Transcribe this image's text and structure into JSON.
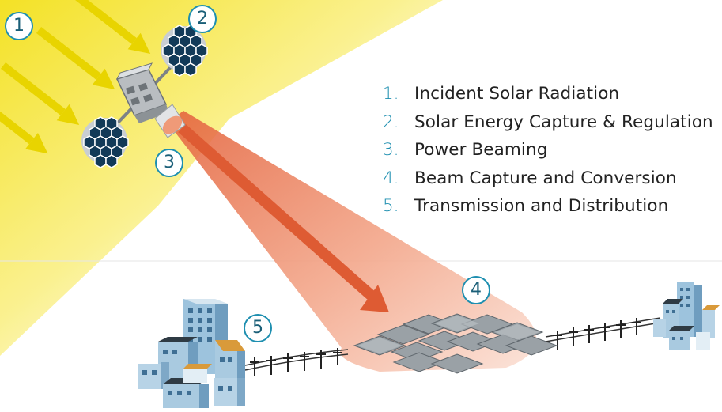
{
  "legend": {
    "items": [
      {
        "number": "1.",
        "label": "Incident Solar Radiation"
      },
      {
        "number": "2.",
        "label": "Solar Energy Capture & Regulation"
      },
      {
        "number": "3.",
        "label": "Power Beaming"
      },
      {
        "number": "4.",
        "label": "Beam Capture and Conversion"
      },
      {
        "number": "5.",
        "label": "Transmission and Distribution"
      }
    ]
  },
  "badges": {
    "incident_radiation": "1",
    "energy_capture": "2",
    "power_beaming": "3",
    "beam_capture": "4",
    "distribution": "5"
  },
  "colors": {
    "accent": "#1e8fb0",
    "sunlight": "#f5e100",
    "beam": "#e8724f",
    "solar_cell": "#123a58",
    "satellite_body": "#b9bdc1",
    "text": "#222222"
  },
  "icons": {
    "sun_rays": "arrow-icon",
    "satellite": "satellite-icon",
    "receiver": "solar-array-icon",
    "cities": "building-icon",
    "power_line": "pylon-icon"
  }
}
